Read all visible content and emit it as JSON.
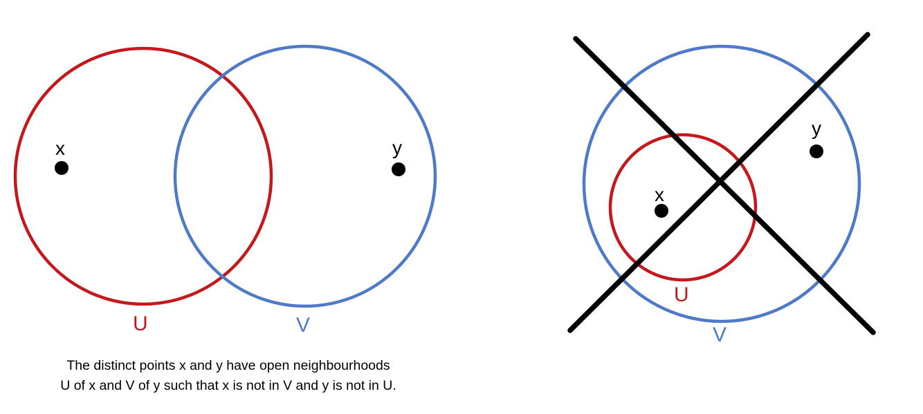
{
  "colors": {
    "u_set": "#c4181c",
    "v_set": "#4f79c9",
    "point": "#000000",
    "cross": "#000000"
  },
  "left_diagram": {
    "point_x_label": "x",
    "point_y_label": "y",
    "set_u_label": "U",
    "set_v_label": "V"
  },
  "right_diagram": {
    "point_x_label": "x",
    "point_y_label": "y",
    "set_u_label": "U",
    "set_v_label": "V"
  },
  "caption": {
    "line1": "The distinct points x and y  have  open neighbourhoods",
    "line2": "U of x and V of y such that x is not in V and y is not in U."
  }
}
